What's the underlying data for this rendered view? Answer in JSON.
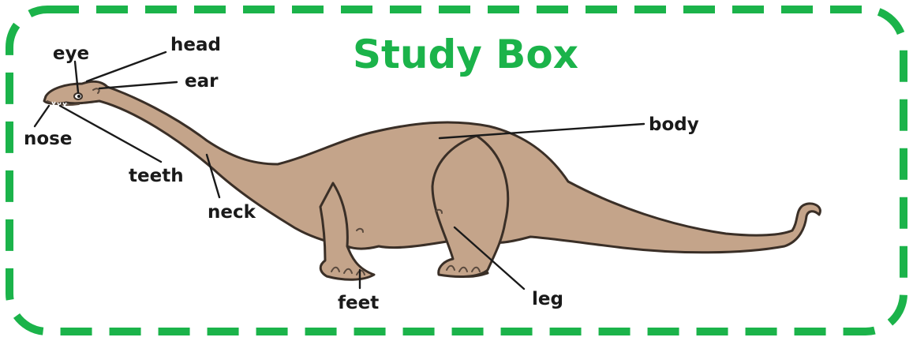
{
  "title": "Study Box",
  "colors": {
    "accent": "#1bb34a",
    "body": "#c4a48a",
    "body_shade": "#b08f74",
    "outline": "#3a2f27",
    "label": "#1a1a1a"
  },
  "labels": {
    "eye": "eye",
    "head": "head",
    "ear": "ear",
    "nose": "nose",
    "teeth": "teeth",
    "neck": "neck",
    "body": "body",
    "feet": "feet",
    "leg": "leg"
  }
}
